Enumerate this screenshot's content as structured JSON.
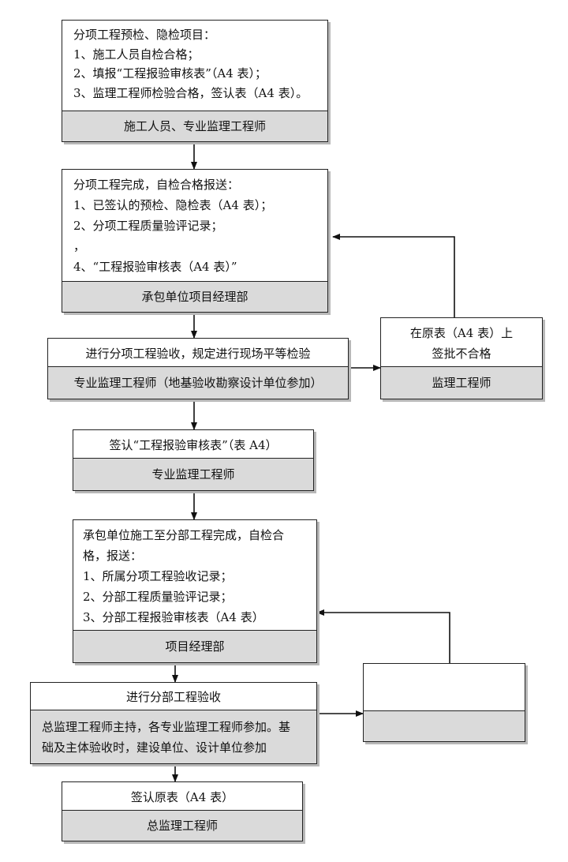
{
  "box1": {
    "lines": [
      "分项工程预检、隐检项目：",
      "1、施工人员自检合格；",
      "2、填报“工程报验审核表”（A4 表）；",
      "3、监理工程师检验合格，签认表（A4 表）。"
    ],
    "footer": "施工人员、专业监理工程师"
  },
  "box2": {
    "lines": [
      "分项工程完成，自检合格报送：",
      "1、已签认的预检、隐检表（A4 表）；",
      "2、分项工程质量验评记录；",
      "，",
      "4、“工程报验审核表（A4 表）”"
    ],
    "footer": "承包单位项目经理部"
  },
  "box3": {
    "lines": [
      "进行分项工程验收，规定进行现场平等检验"
    ],
    "footer": "专业监理工程师（地基验收勘察设计单位参加）"
  },
  "box_reject": {
    "lines": [
      "在原表（A4 表）上",
      "签批不合格"
    ],
    "footer": "监理工程师"
  },
  "box4": {
    "lines": [
      "签认“工程报验审核表”（表 A4）"
    ],
    "footer": "专业监理工程师"
  },
  "box5": {
    "lines": [
      "承包单位施工至分部工程完成，自检合",
      "格，报送：",
      "1、所属分项工程验收记录；",
      "2、分部工程质量验评记录；",
      "3、分部工程报验审核表（A4 表）"
    ],
    "footer": "项目经理部"
  },
  "box6": {
    "lines": [
      "进行分部工程验收"
    ],
    "footer_lines": [
      "总监理工程师主持，各专业监理工程师参加。基",
      "础及主体验收时，建设单位、设计单位参加"
    ]
  },
  "box_reject2": {
    "lines": [],
    "footer": ""
  },
  "box7": {
    "lines": [
      "签认原表（A4 表）"
    ],
    "footer": "总监理工程师"
  }
}
